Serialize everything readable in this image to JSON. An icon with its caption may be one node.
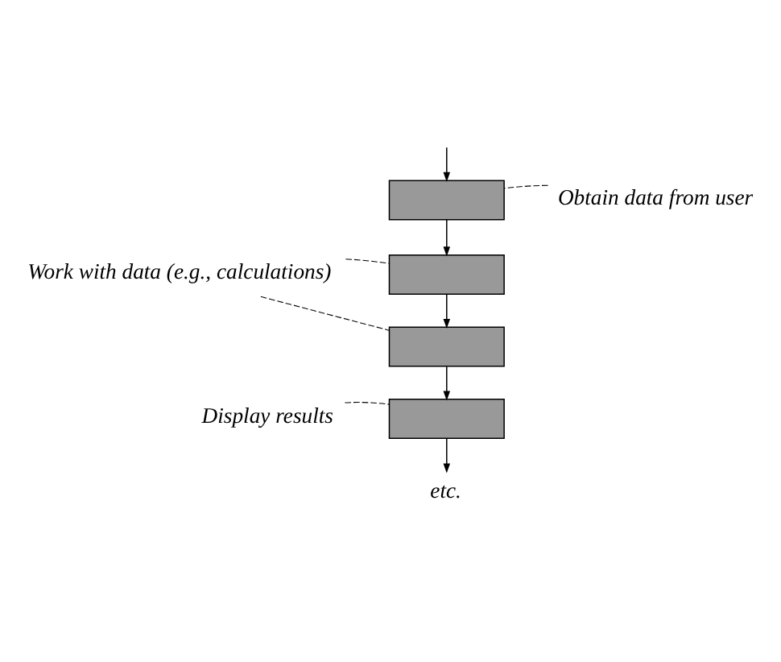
{
  "diagram": {
    "nodes": [
      {
        "text": [],
        "shape": "box"
      },
      {
        "text": [
          "Obtain data from user"
        ]
      },
      {
        "text": [],
        "shape": "box"
      },
      {
        "text": [
          "Work with data (e.g., calculations)"
        ]
      },
      {
        "text": [],
        "shape": "box"
      },
      {
        "text": [],
        "shape": "box"
      },
      {
        "text": [
          "Display results"
        ]
      },
      {
        "text": [
          "etc."
        ]
      }
    ],
    "edges": [
      {
        "from": null,
        "to": 0,
        "arrow": "to"
      },
      {
        "from": 0,
        "to": 2,
        "arrow": "to"
      },
      {
        "from": 2,
        "to": 4,
        "arrow": "to"
      },
      {
        "from": 4,
        "to": 5,
        "arrow": "to"
      },
      {
        "from": 5,
        "to": 7,
        "arrow": "to"
      },
      {
        "from": 1,
        "to": 0,
        "arrow": "none",
        "style": "dashed"
      },
      {
        "from": 3,
        "to": 2,
        "arrow": "none",
        "style": "dashed"
      },
      {
        "from": 3,
        "to": 4,
        "arrow": "none",
        "style": "dashed"
      },
      {
        "from": 6,
        "to": 5,
        "arrow": "none",
        "style": "dashed"
      }
    ]
  }
}
